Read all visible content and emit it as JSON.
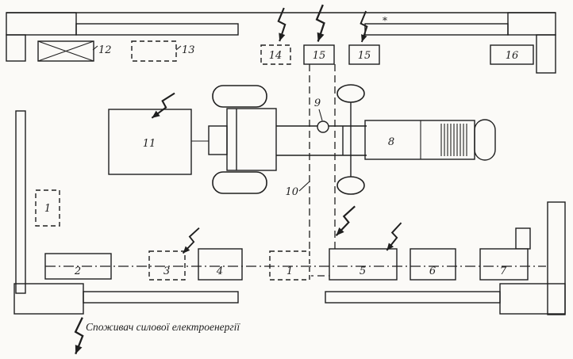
{
  "colors": {
    "ink": "#1f1f1f",
    "paper": "#fbfaf7"
  },
  "caption": "Споживач силової електроенергії",
  "note_mark": "*",
  "labels": {
    "u1_store": "1",
    "u1_post": "1",
    "u2": "2",
    "u3": "3",
    "u4": "4",
    "u5": "5",
    "u6": "6",
    "u7": "7",
    "u8": "8",
    "u9": "9",
    "u10": "10",
    "u11": "11",
    "u12": "12",
    "u13": "13",
    "u14": "14",
    "u15a": "15",
    "u15b": "15",
    "u16": "16"
  }
}
